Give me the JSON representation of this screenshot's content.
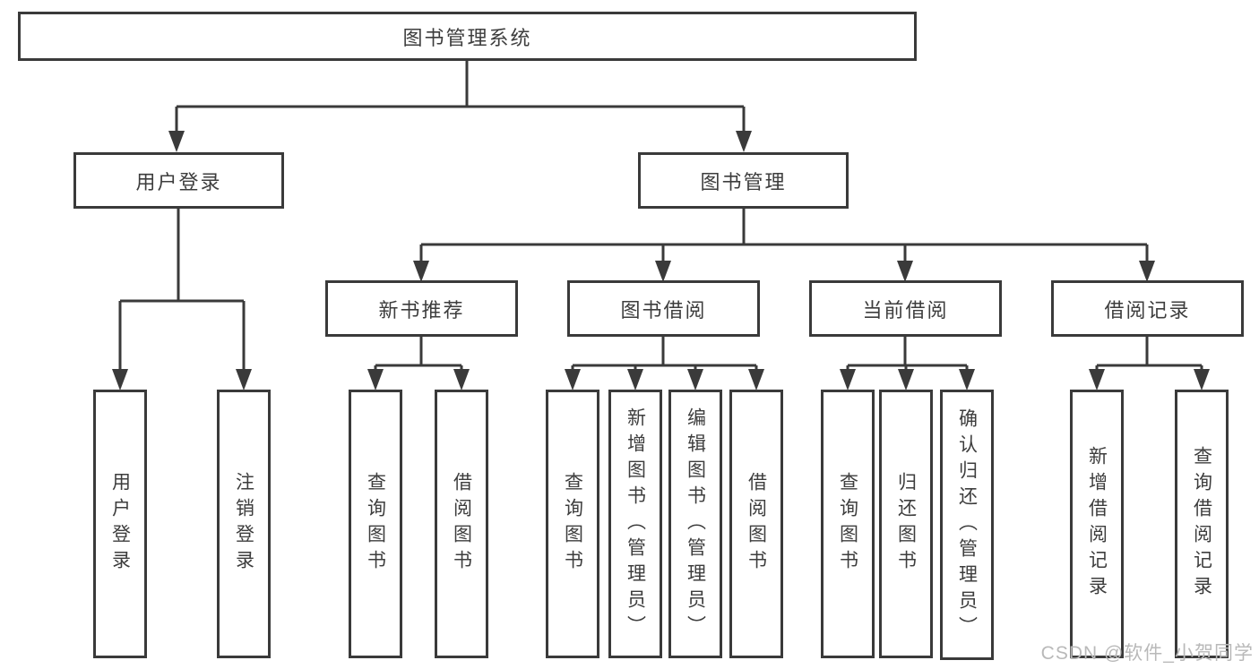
{
  "tree": {
    "root": "图书管理系统",
    "user_login": {
      "label": "用户登录",
      "children": {
        "login": "用户登录",
        "logout": "注销登录"
      }
    },
    "book_mgmt": {
      "label": "图书管理",
      "children": {
        "new_books": {
          "label": "新书推荐",
          "children": {
            "query": "查询图书",
            "borrow": "借阅图书"
          }
        },
        "book_borrow": {
          "label": "图书借阅",
          "children": {
            "query": "查询图书",
            "add": "新增图书（管理员）",
            "edit": "编辑图书（管理员）",
            "borrow": "借阅图书"
          }
        },
        "current_borrow": {
          "label": "当前借阅",
          "children": {
            "query": "查询图书",
            "return": "归还图书",
            "confirm": "确认归还（管理员）"
          }
        },
        "borrow_records": {
          "label": "借阅记录",
          "children": {
            "add": "新增借阅记录",
            "query": "查询借阅记录"
          }
        }
      }
    }
  },
  "watermark": "CSDN @软件_小贺同学",
  "colors": {
    "line": "#3a3a3a",
    "text": "#3d3d3d",
    "watermark": "#b9b9b9"
  }
}
